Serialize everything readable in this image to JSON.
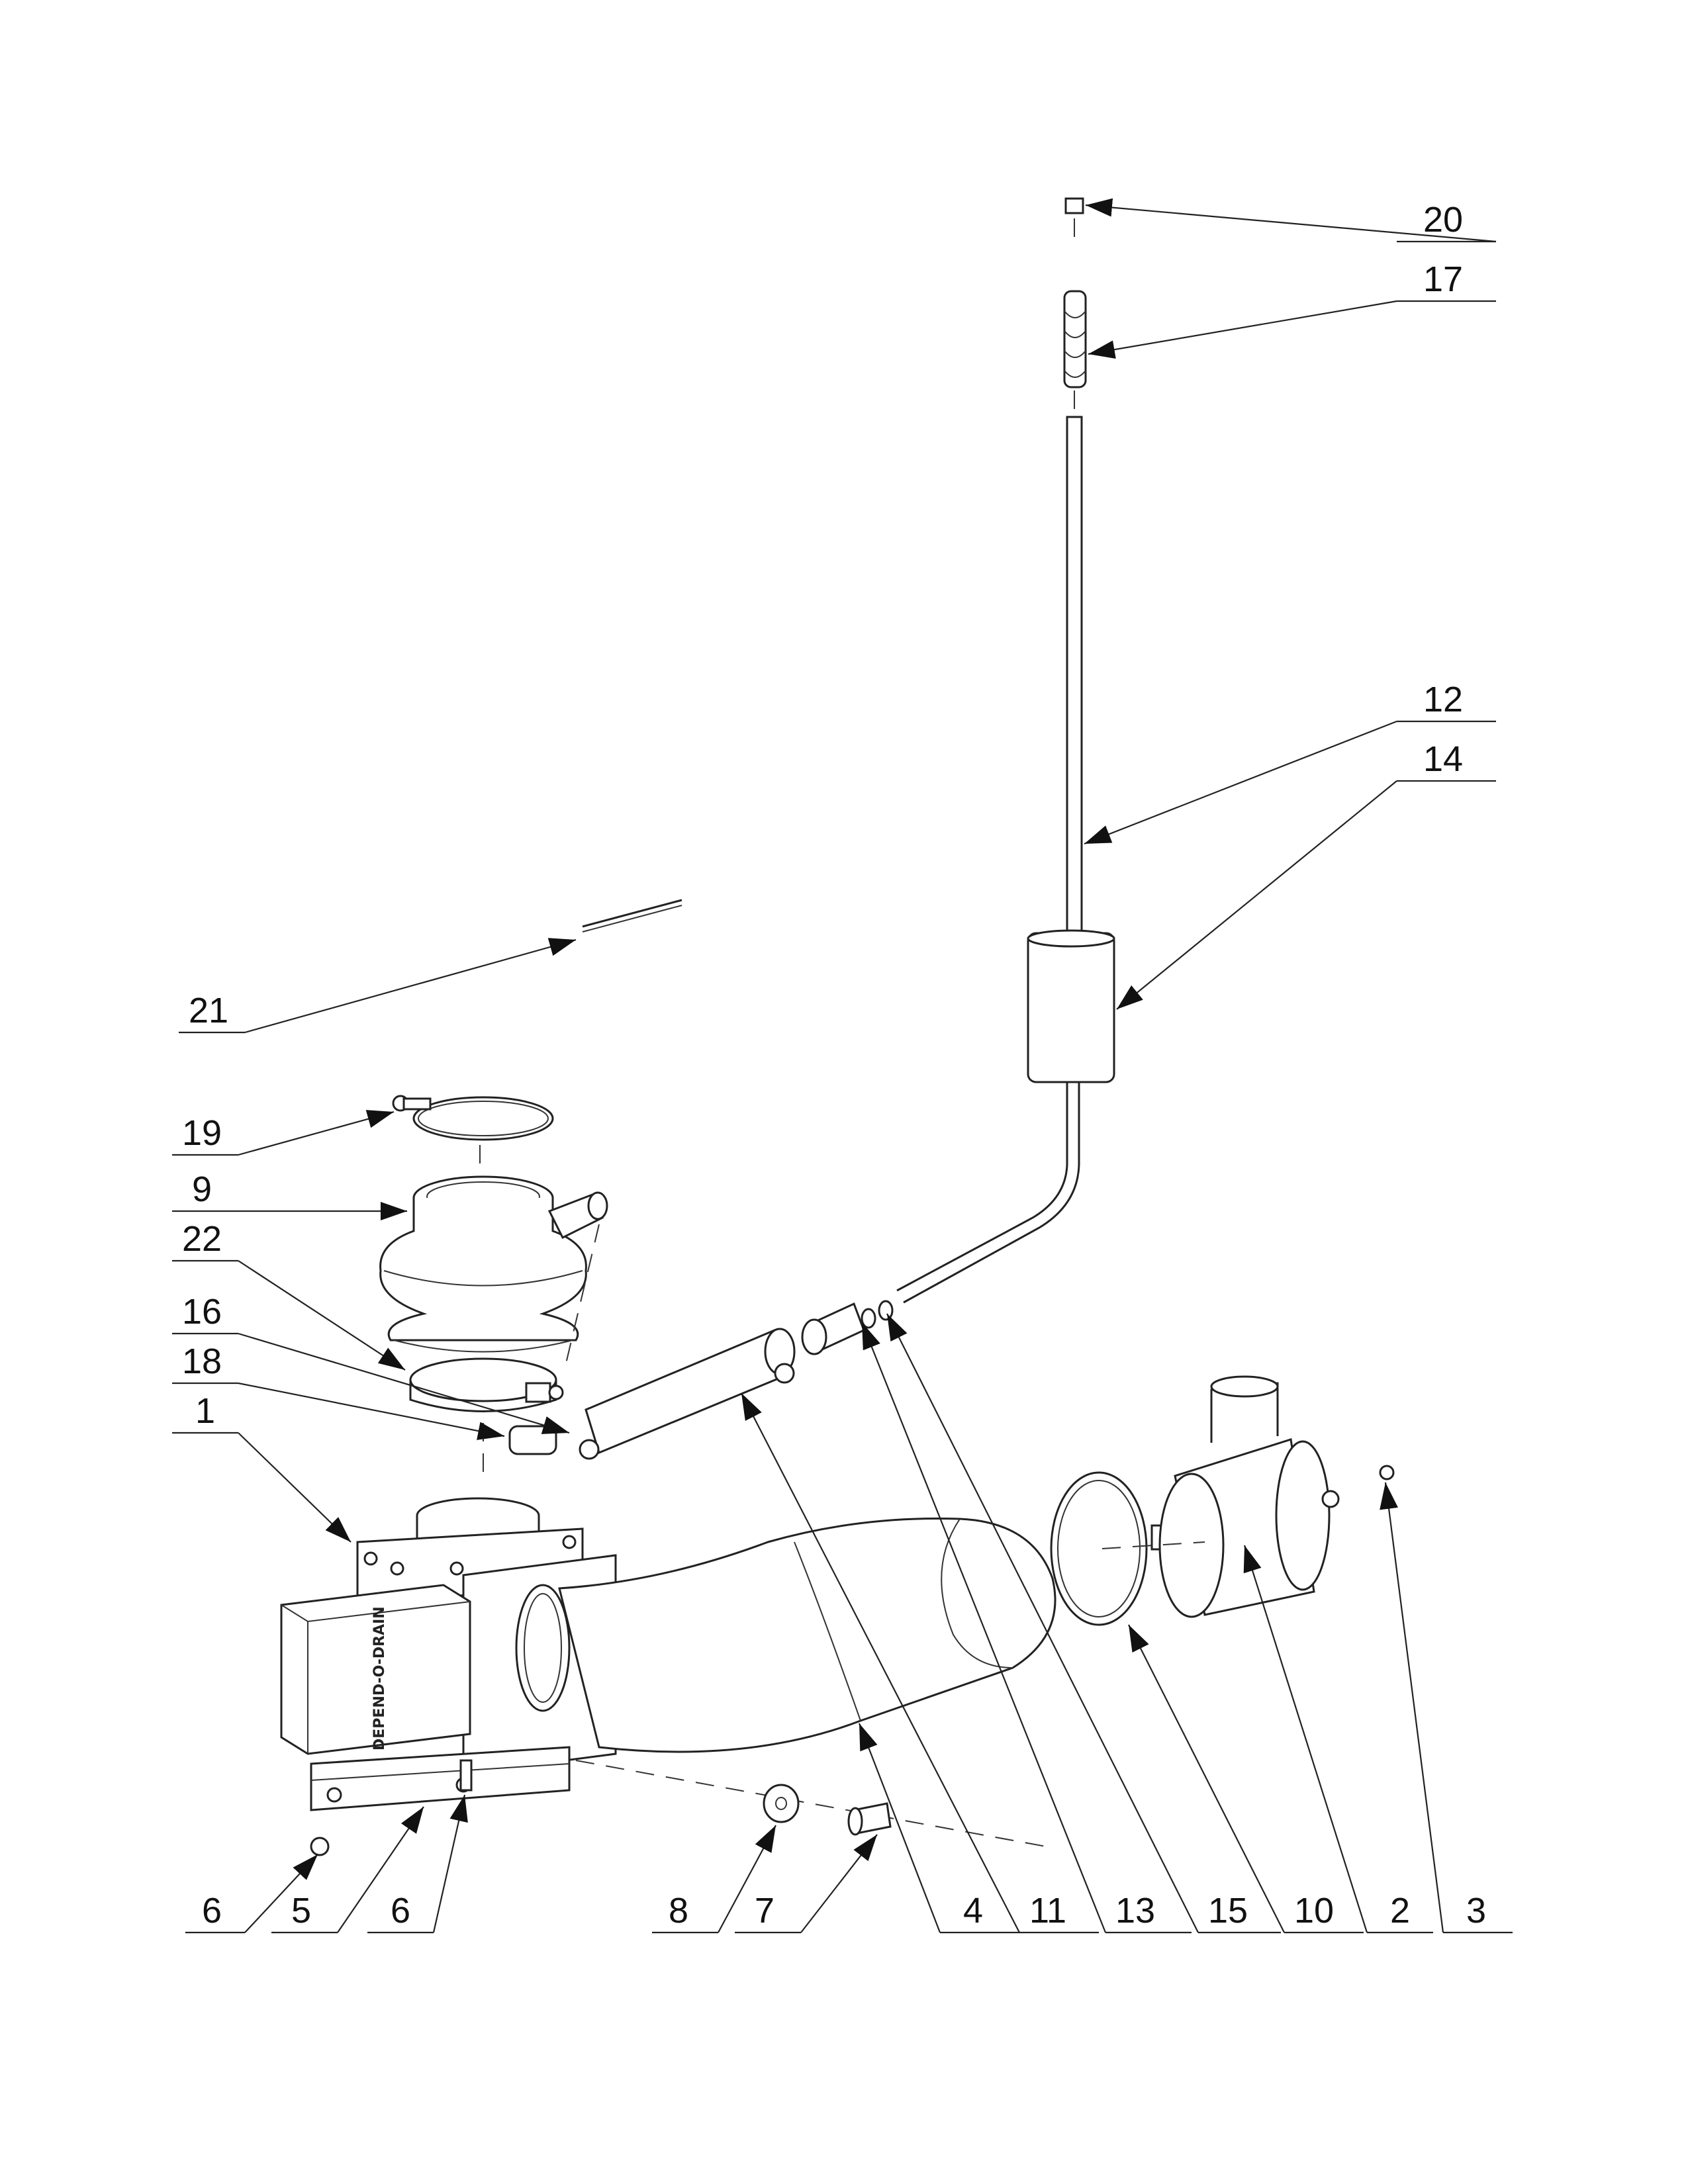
{
  "diagram": {
    "type": "exploded-parts-view",
    "product_stamp": "DEPEND-O-DRAIN",
    "callouts": [
      "20",
      "17",
      "12",
      "14",
      "21",
      "19",
      "9",
      "22",
      "16",
      "18",
      "1",
      "6",
      "5",
      "6",
      "8",
      "7",
      "4",
      "11",
      "13",
      "15",
      "10",
      "2",
      "3"
    ]
  },
  "colors": {
    "ink": "#222222",
    "background": "#ffffff"
  }
}
